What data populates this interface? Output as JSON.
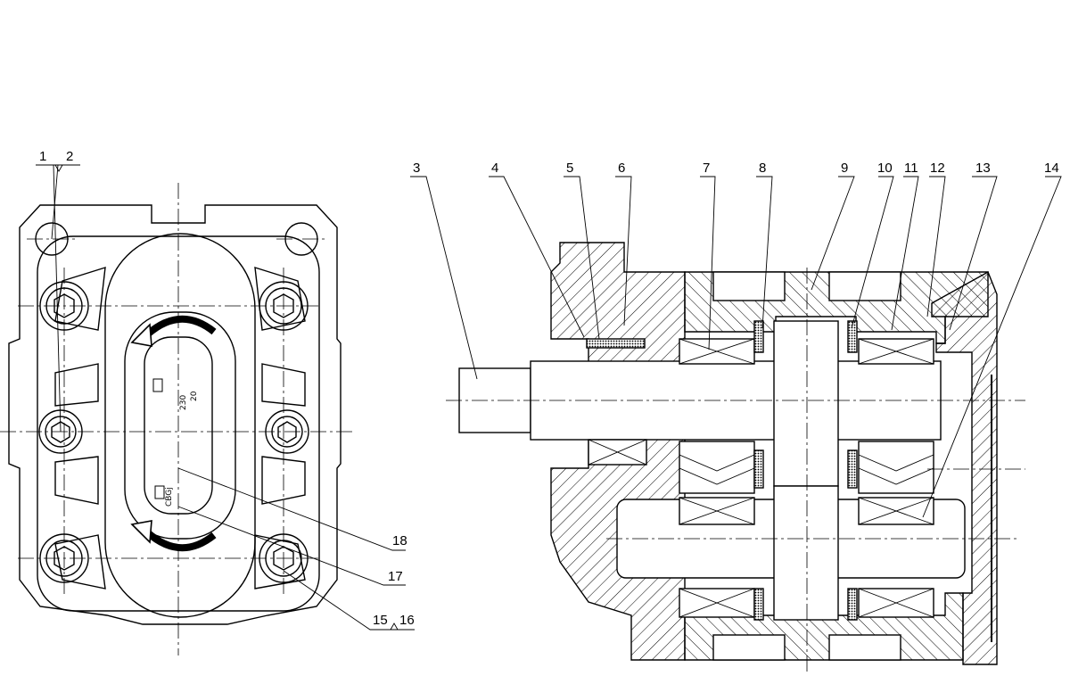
{
  "drawing": {
    "callouts": {
      "c1": "1",
      "c2": "2",
      "c3": "3",
      "c4": "4",
      "c5": "5",
      "c6": "6",
      "c7": "7",
      "c8": "8",
      "c9": "9",
      "c10": "10",
      "c11": "11",
      "c12": "12",
      "c13": "13",
      "c14": "14",
      "c15": "15",
      "c16": "16",
      "c17": "17",
      "c18": "18"
    },
    "nameplate": {
      "model": "CBGj",
      "rated_pressure": "20",
      "displacement": "230"
    }
  }
}
